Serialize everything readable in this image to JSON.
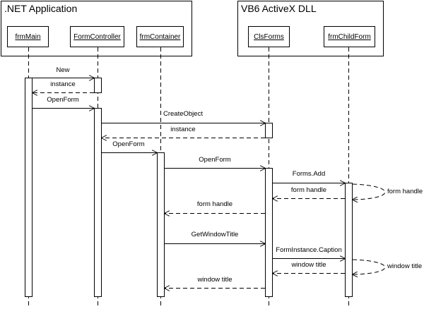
{
  "frames": {
    "net_app": ".NET Application",
    "vb6_dll": "VB6 ActiveX DLL"
  },
  "objects": {
    "frm_main": "frmMain",
    "form_controller": "FormController",
    "frm_container": "frmContainer",
    "cls_forms": "ClsForms",
    "frm_child_form": "frmChildForm"
  },
  "messages": {
    "new": "New",
    "instance_1": "instance",
    "open_form_1": "OpenForm",
    "create_object": "CreateObject",
    "instance_2": "instance",
    "open_form_2": "OpenForm",
    "open_form_3": "OpenForm",
    "forms_add": "Forms.Add",
    "form_handle_1": "form handle",
    "form_handle_self": "form handle",
    "form_handle_2": "form handle",
    "get_window_title": "GetWindowTitle",
    "form_instance_caption": "FormInstance.Caption",
    "window_title_1": "window title",
    "window_title_self": "window title",
    "window_title_2": "window title"
  }
}
